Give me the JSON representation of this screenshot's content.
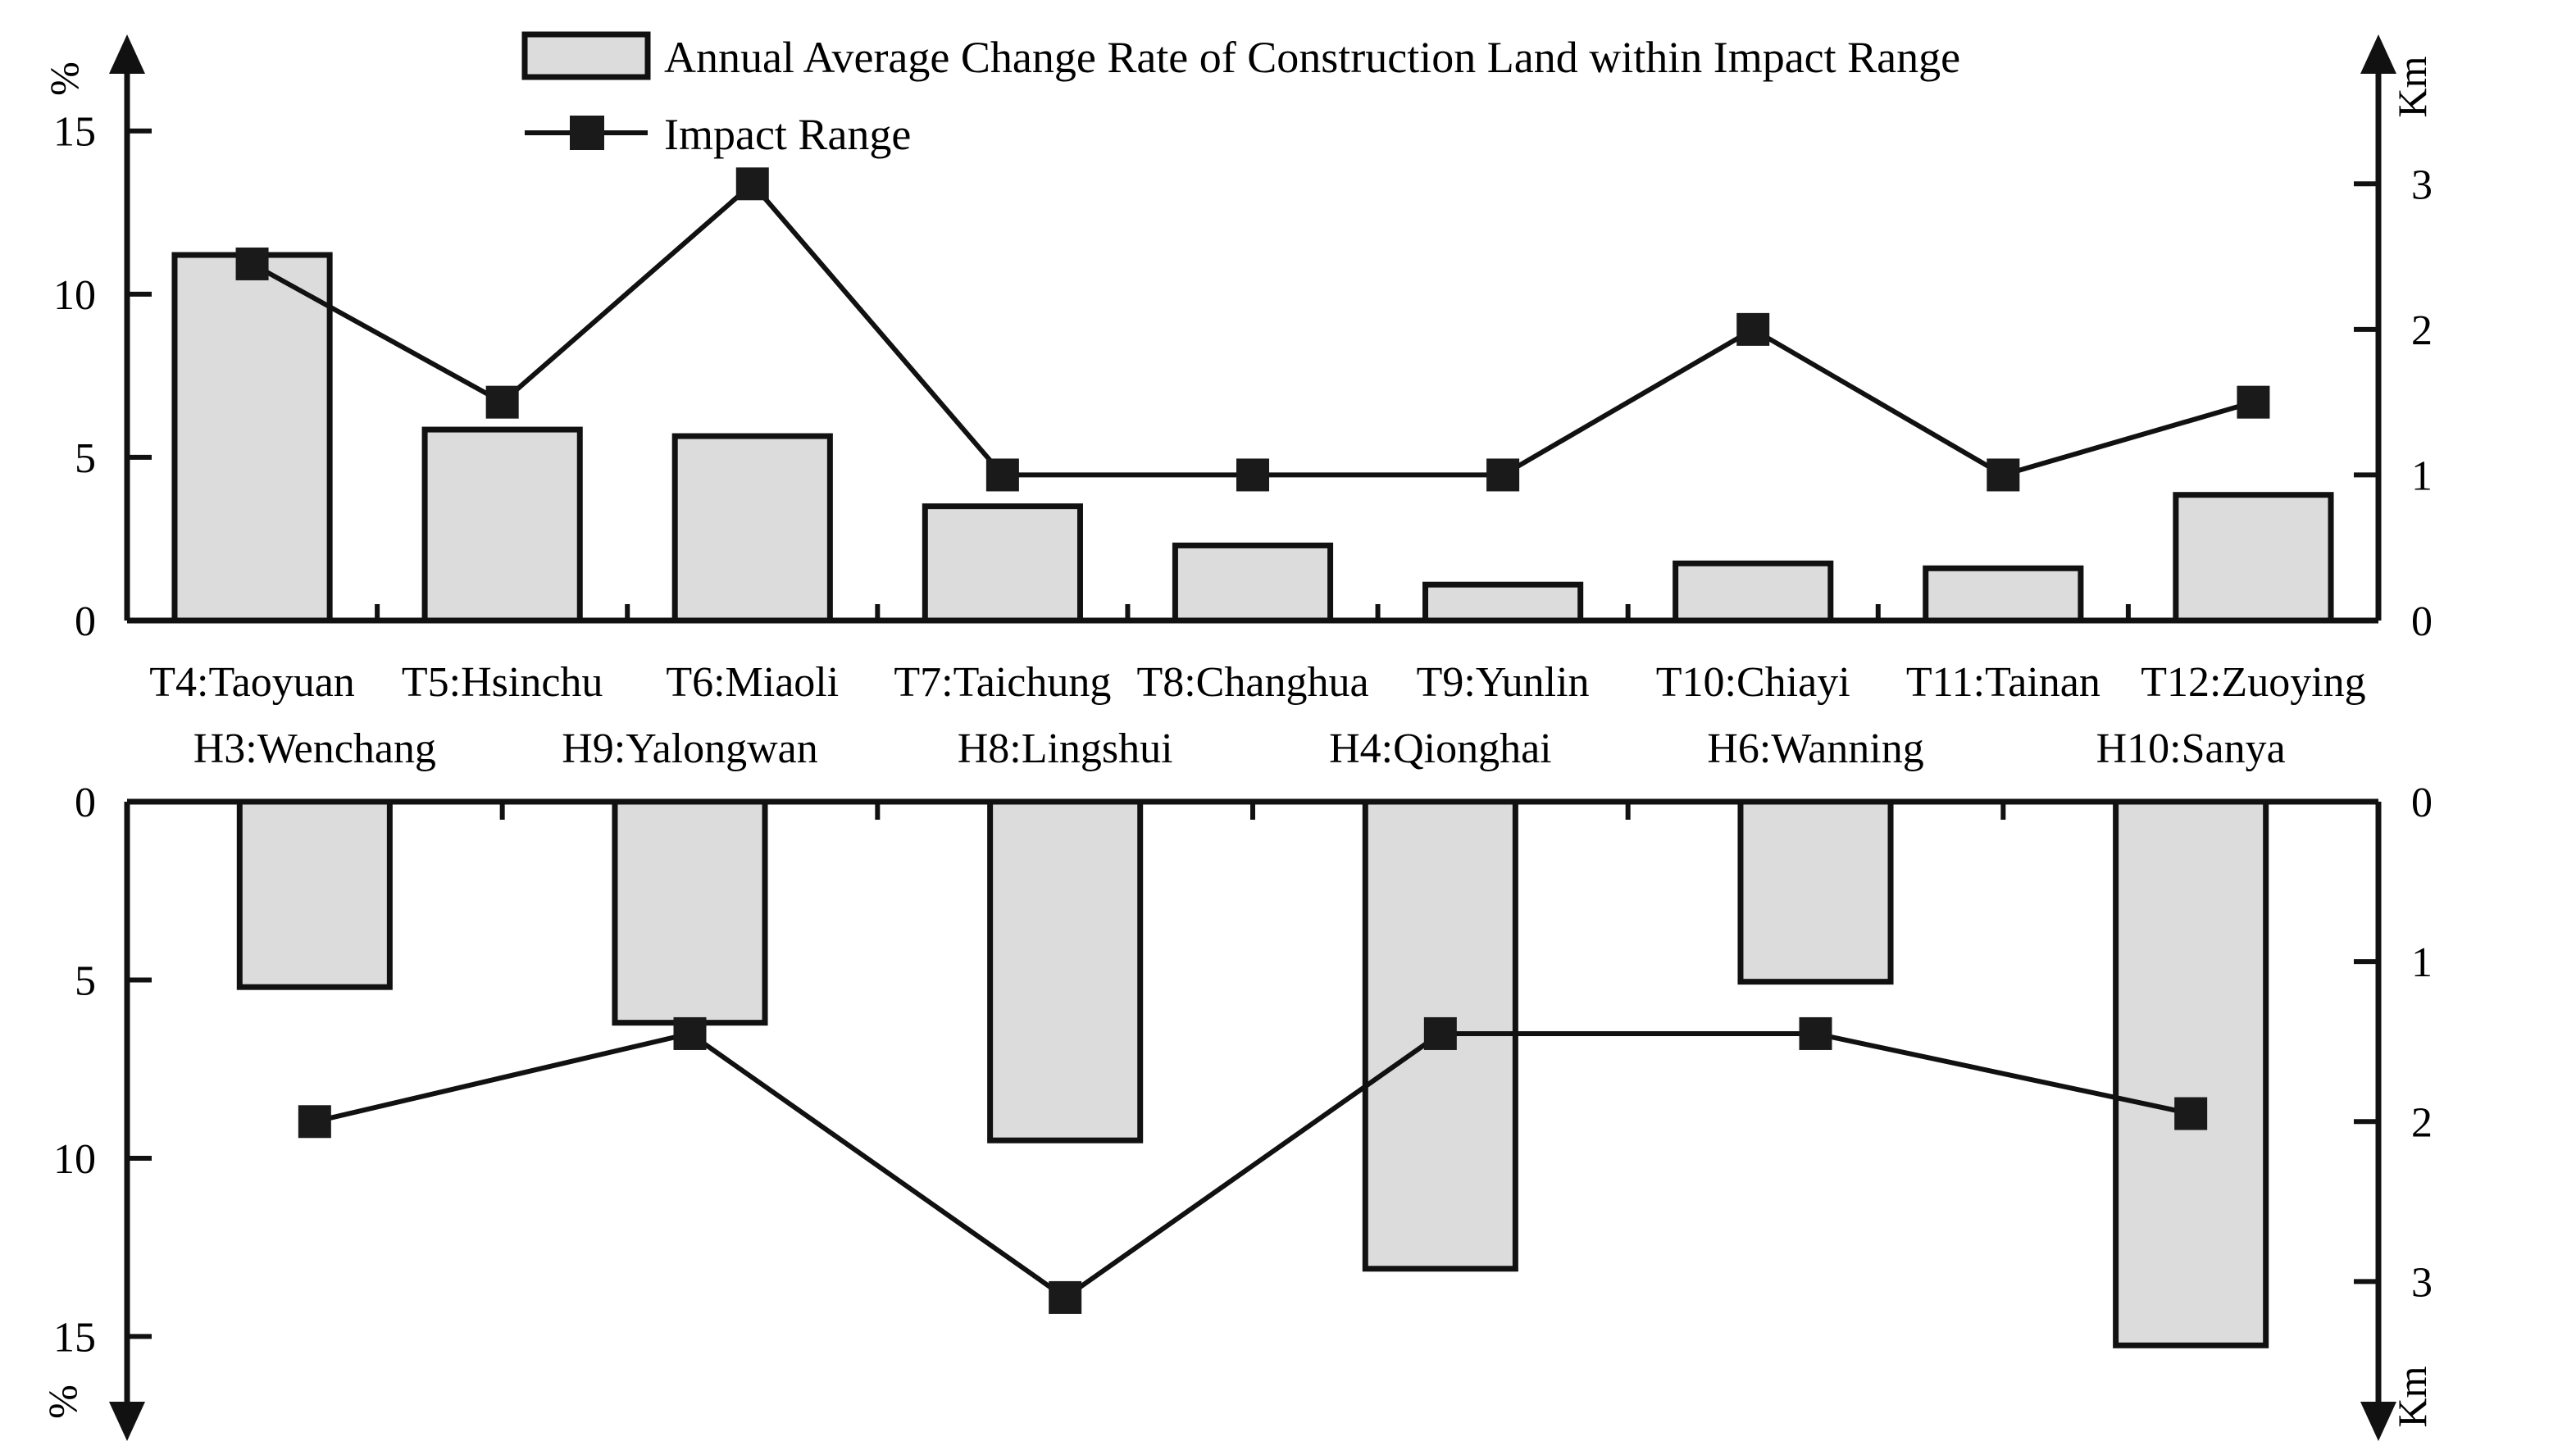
{
  "figure": {
    "legend": {
      "bar_label": "Annual Average Change Rate of Construction Land within Impact Range",
      "line_label": "Impact Range",
      "bar_swatch_color": "#dcdcdc",
      "line_color": "#1a1a1a"
    }
  },
  "chart_data": [
    {
      "id": "top",
      "type": "bar",
      "title": "",
      "xlabel": "",
      "ylabel": "%",
      "y2label": "Km",
      "categories": [
        "T4:Taoyuan",
        "T5:Hsinchu",
        "T6:Miaoli",
        "T7:Taichung",
        "T8:Changhua",
        "T9:Yunlin",
        "T10:Chiayi",
        "T11:Tainan",
        "T12:Zuoying"
      ],
      "series": [
        {
          "name": "Annual Average Change Rate of Construction Land within Impact Range",
          "type": "bar",
          "axis": "left",
          "unit": "%",
          "values": [
            11.2,
            5.85,
            5.65,
            3.5,
            2.3,
            1.1,
            1.75,
            1.6,
            3.85
          ]
        },
        {
          "name": "Impact Range",
          "type": "line",
          "axis": "right",
          "unit": "Km",
          "values": [
            2.45,
            1.5,
            3.0,
            1.0,
            1.0,
            1.0,
            2.0,
            1.0,
            1.5
          ]
        }
      ],
      "ylim": [
        0,
        16.5
      ],
      "yticks": [
        "0",
        "5",
        "10",
        "15"
      ],
      "ytick_values": [
        0,
        5,
        10,
        15
      ],
      "y2lim": [
        0,
        3.7
      ],
      "y2ticks": [
        "0",
        "1",
        "2",
        "3"
      ],
      "y2tick_values": [
        0,
        1,
        2,
        3
      ],
      "y_inverted": false,
      "grid": false,
      "legend_position": "top-center"
    },
    {
      "id": "bottom",
      "type": "bar",
      "title": "",
      "xlabel": "",
      "ylabel": "%",
      "y2label": "Km",
      "categories": [
        "H3:Wenchang",
        "H9:Yalongwan",
        "H8:Lingshui",
        "H4:Qionghai",
        "H6:Wanning",
        "H10:Sanya"
      ],
      "series": [
        {
          "name": "Annual Average Change Rate of Construction Land within Impact Range",
          "type": "bar",
          "axis": "left",
          "unit": "%",
          "values": [
            5.2,
            6.2,
            9.5,
            13.1,
            5.05,
            15.25
          ]
        },
        {
          "name": "Impact Range",
          "type": "line",
          "axis": "right",
          "unit": "Km",
          "values": [
            2.0,
            1.45,
            3.1,
            1.45,
            1.45,
            1.95
          ]
        }
      ],
      "ylim": [
        0,
        16.6
      ],
      "yticks": [
        "0",
        "5",
        "10",
        "15"
      ],
      "ytick_values": [
        0,
        5,
        10,
        15
      ],
      "y2lim": [
        0,
        3.7
      ],
      "y2ticks": [
        "0",
        "1",
        "2",
        "3"
      ],
      "y2tick_values": [
        0,
        1,
        2,
        3
      ],
      "y_inverted": true,
      "grid": false,
      "legend_position": "none"
    }
  ]
}
